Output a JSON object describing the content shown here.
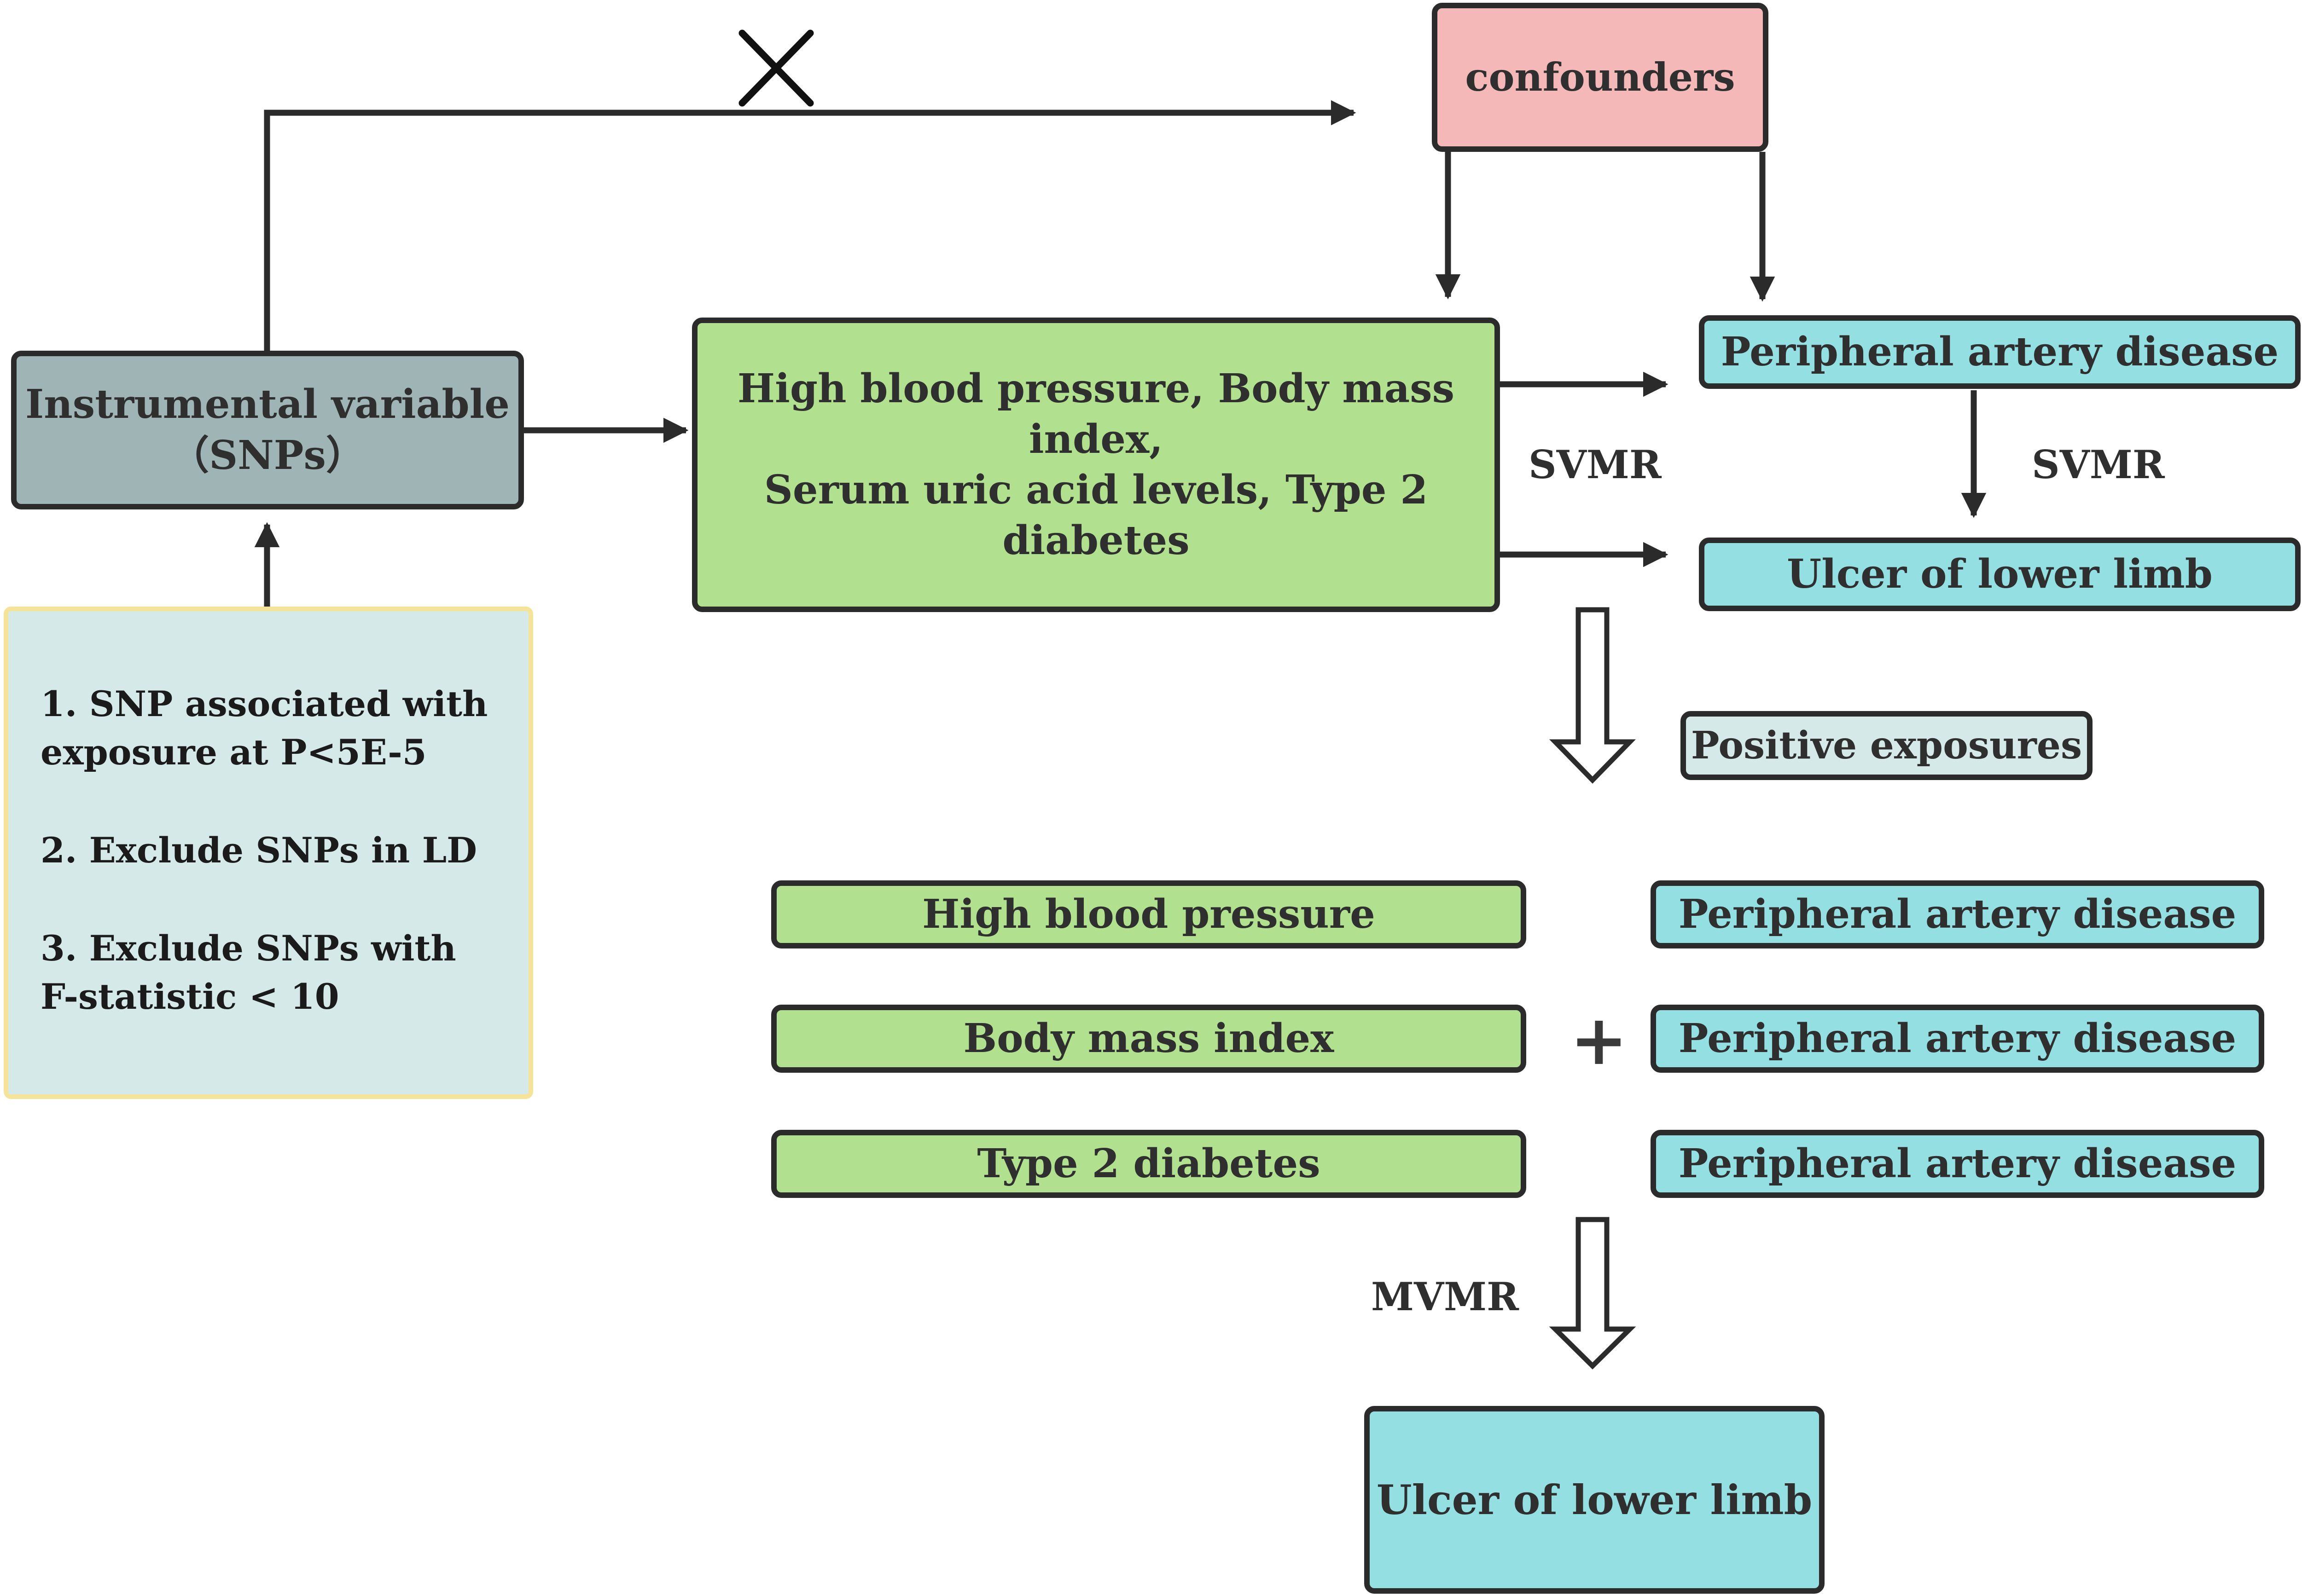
{
  "confounders": "confounders",
  "instrument": {
    "line1": "Instrumental variable",
    "line2": "（SNPs）"
  },
  "exposures": {
    "line1": "High blood pressure, Body mass index,",
    "line2": "Serum uric acid levels, Type 2 diabetes"
  },
  "outcomes": {
    "pad": "Peripheral artery disease",
    "ulcer": "Ulcer of lower limb"
  },
  "criteria": [
    {
      "line1": "1. SNP associated with",
      "line2": "exposure at P<5E-5"
    },
    {
      "line1": "2. Exclude SNPs in LD",
      "line2": ""
    },
    {
      "line1": "3. Exclude SNPs with",
      "line2": "F-statistic < 10"
    }
  ],
  "labels": {
    "svmr_left": "SVMR",
    "svmr_right": "SVMR",
    "mvmr": "MVMR",
    "positive_exposures": "Positive exposures",
    "plus": "+"
  },
  "mvmr_rows": [
    {
      "exposure": "High blood pressure",
      "outcome": "Peripheral artery disease"
    },
    {
      "exposure": "Body mass index",
      "outcome": "Peripheral artery disease"
    },
    {
      "exposure": "Type 2 diabetes",
      "outcome": "Peripheral artery disease"
    }
  ],
  "final_outcome": "Ulcer of lower limb",
  "colors": {
    "pink": "#f4b8b8",
    "green": "#b1e08f",
    "teal": "#93dfe2",
    "grey": "#9fb5b5",
    "pale": "#d4e9e8",
    "criteria_border": "#f6e39a",
    "line": "#2b2b2b"
  }
}
